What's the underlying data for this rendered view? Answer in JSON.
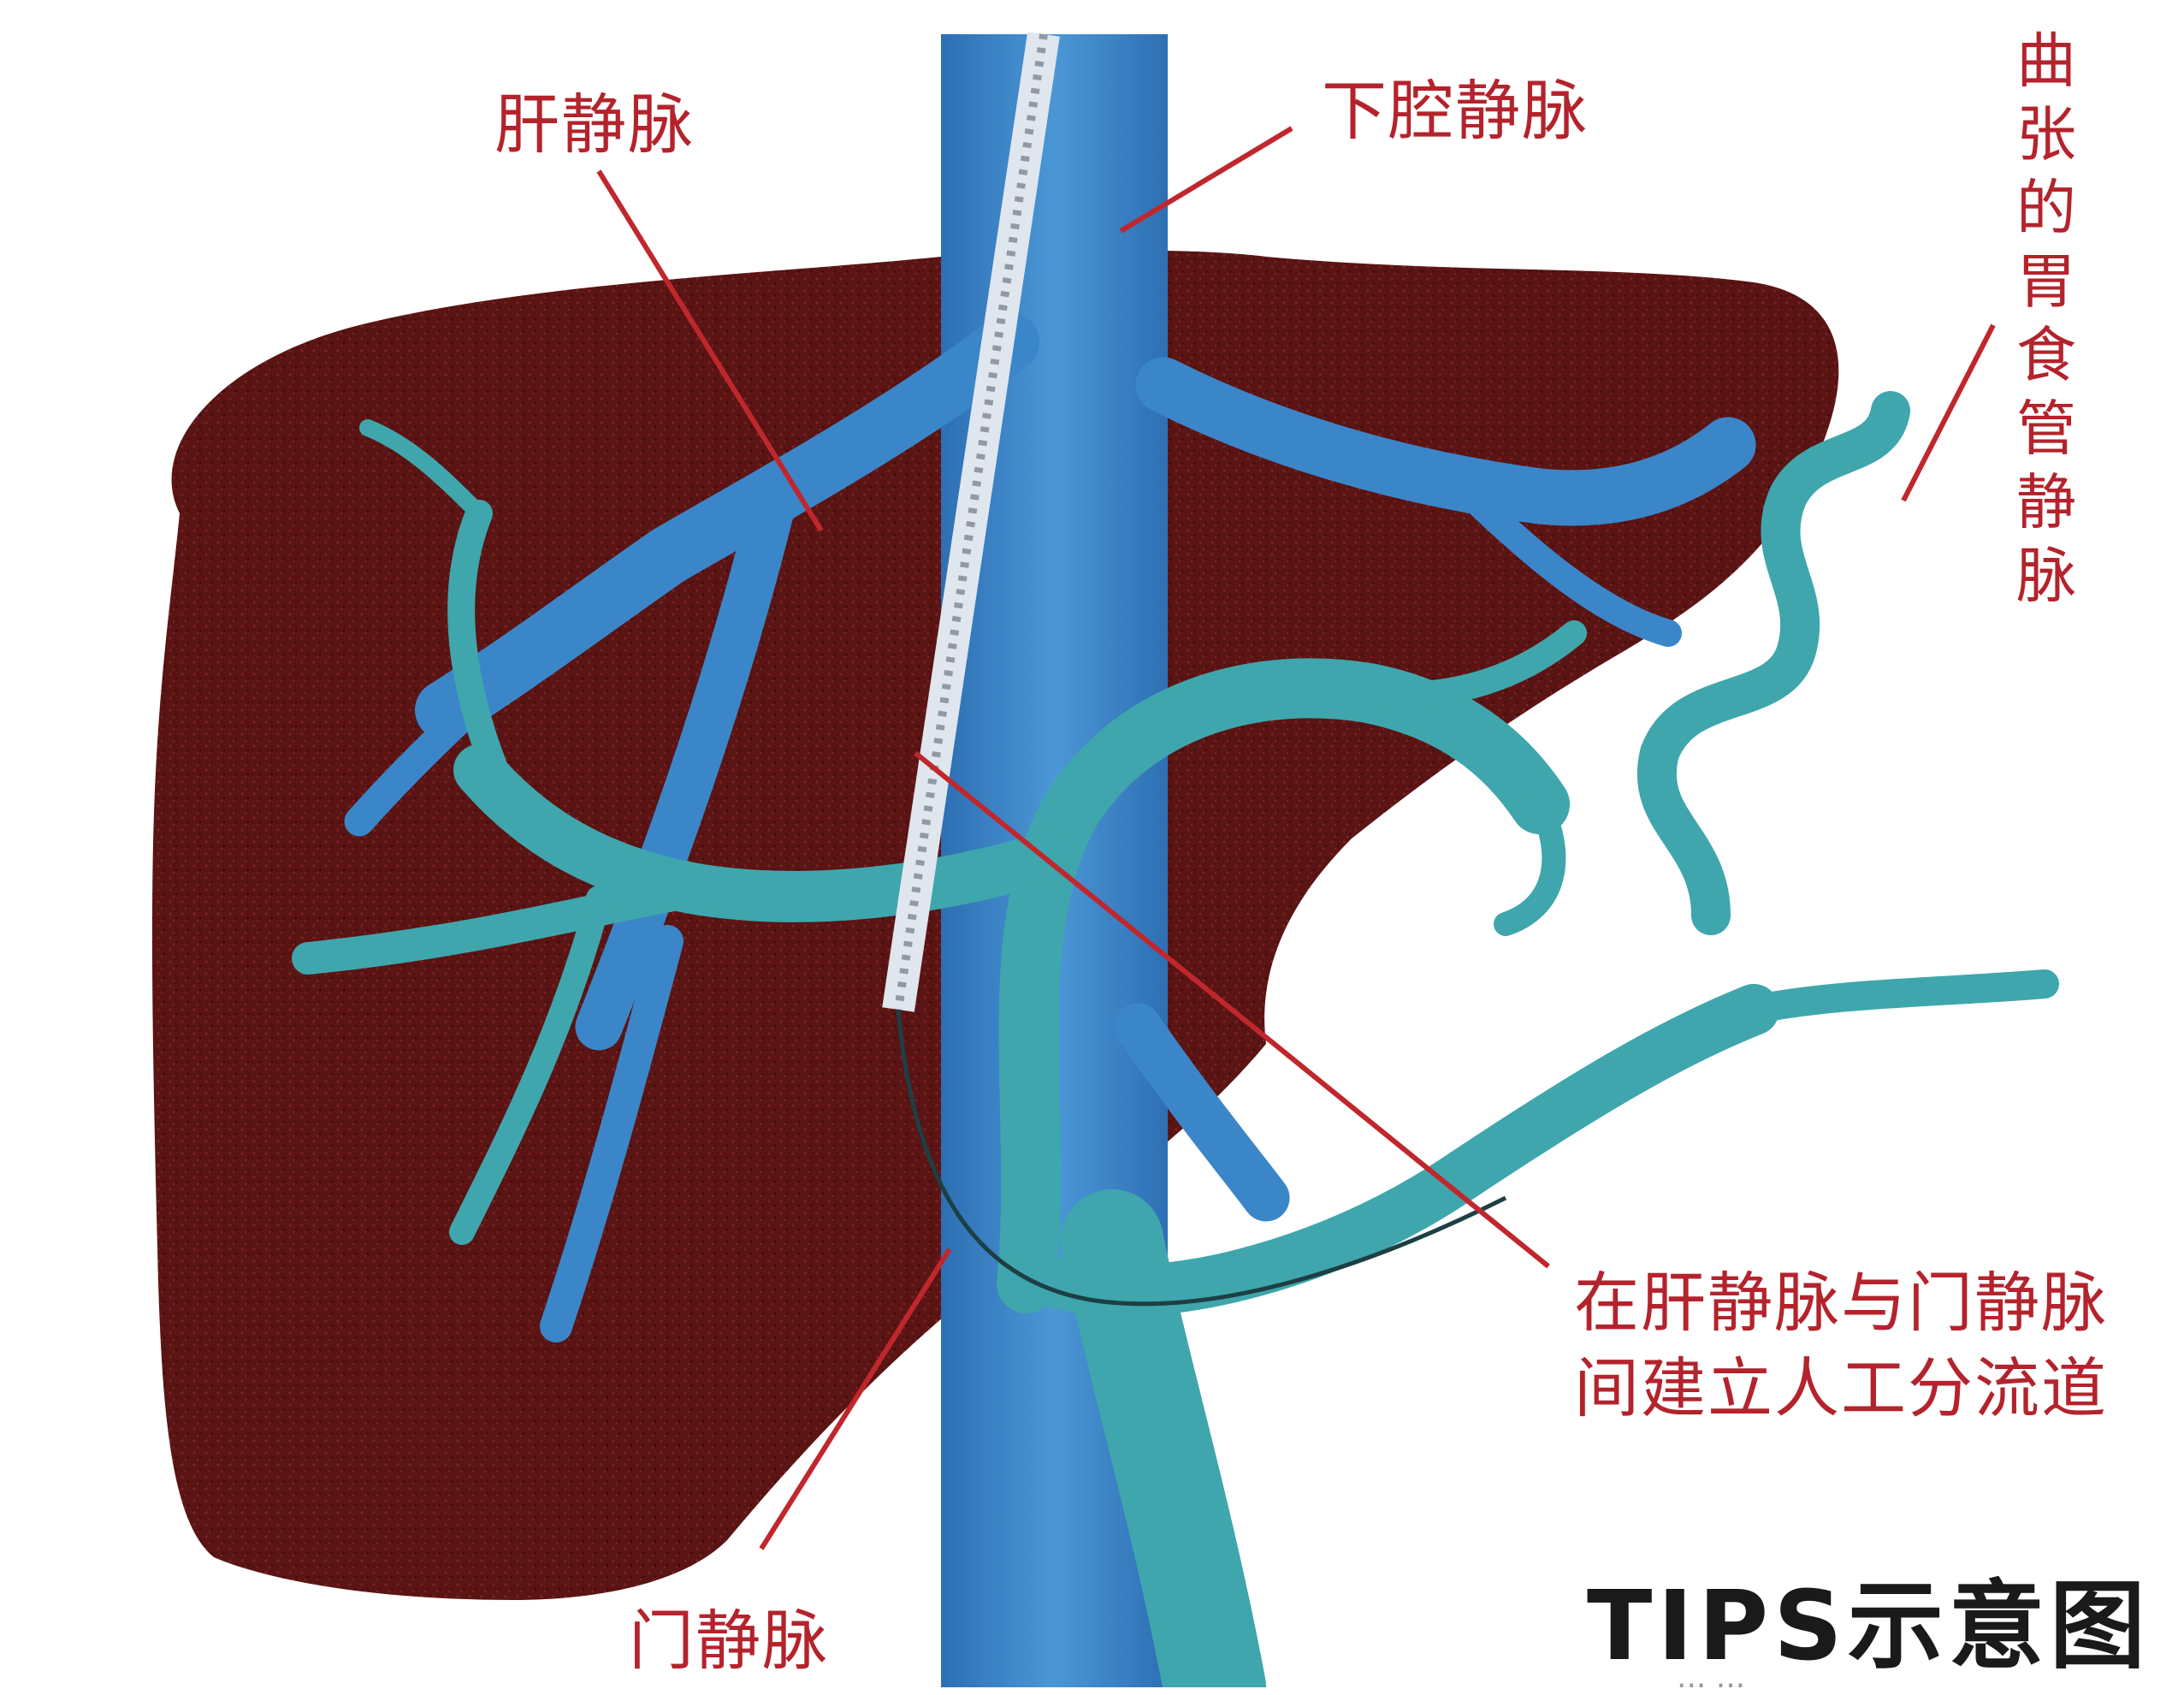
{
  "labels": {
    "hepatic_vein": "肝静脉",
    "ivc": "下腔静脉",
    "varices": [
      "曲",
      "张",
      "的",
      "胃",
      "食",
      "管",
      "静",
      "脉"
    ],
    "shunt_line1": "在肝静脉与门静脉",
    "shunt_line2": "间建立人工分流道",
    "portal_vein": "门静脉"
  },
  "title": "TIPS示意图",
  "watermark": "...  ...",
  "colors": {
    "liver": "#5a1414",
    "hepatic_vein": "#3a86c8",
    "portal_vein": "#3fa6ad",
    "label": "#b4232c",
    "leader": "#c0272d"
  }
}
